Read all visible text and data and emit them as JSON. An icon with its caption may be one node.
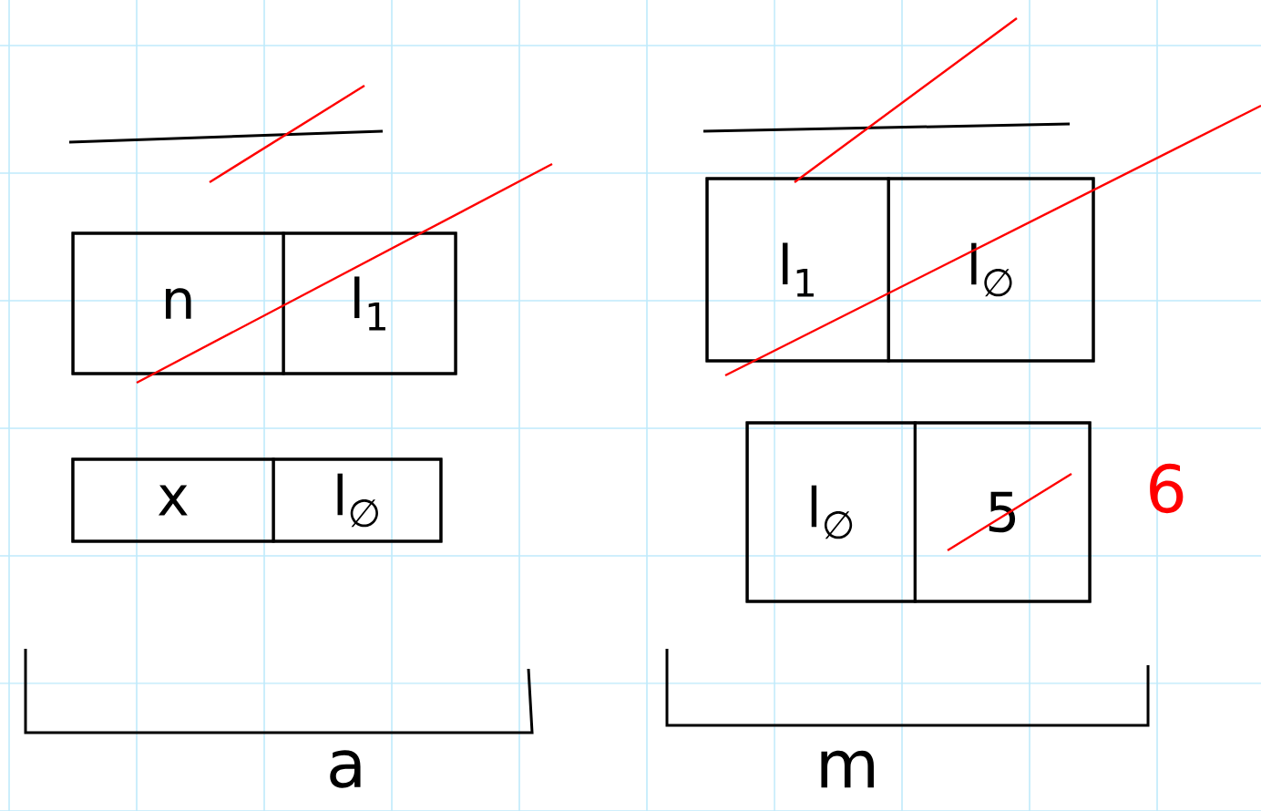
{
  "diagram": {
    "nodes": [
      {
        "text": [],
        "shape": "box"
      },
      {
        "text": [
          "n"
        ],
        "in": 0
      },
      {
        "text": [
          "l$_{1}$"
        ],
        "in": 0
      },
      {
        "text": [],
        "shape": "box"
      },
      {
        "text": [
          "x"
        ],
        "in": 3
      },
      {
        "text": [
          "l$_{∅}$"
        ],
        "in": 3
      },
      {
        "text": [],
        "shape": "box"
      },
      {
        "text": [
          "l$_{1}$"
        ],
        "in": 6
      },
      {
        "text": [
          "l$_{∅}$"
        ],
        "in": 6
      },
      {
        "text": [],
        "shape": "box"
      },
      {
        "text": [
          "l$_{∅}$"
        ],
        "in": 9
      },
      {
        "text": [
          "5"
        ],
        "in": 9
      }
    ],
    "labels": [
      "6",
      "a",
      "m"
    ]
  }
}
